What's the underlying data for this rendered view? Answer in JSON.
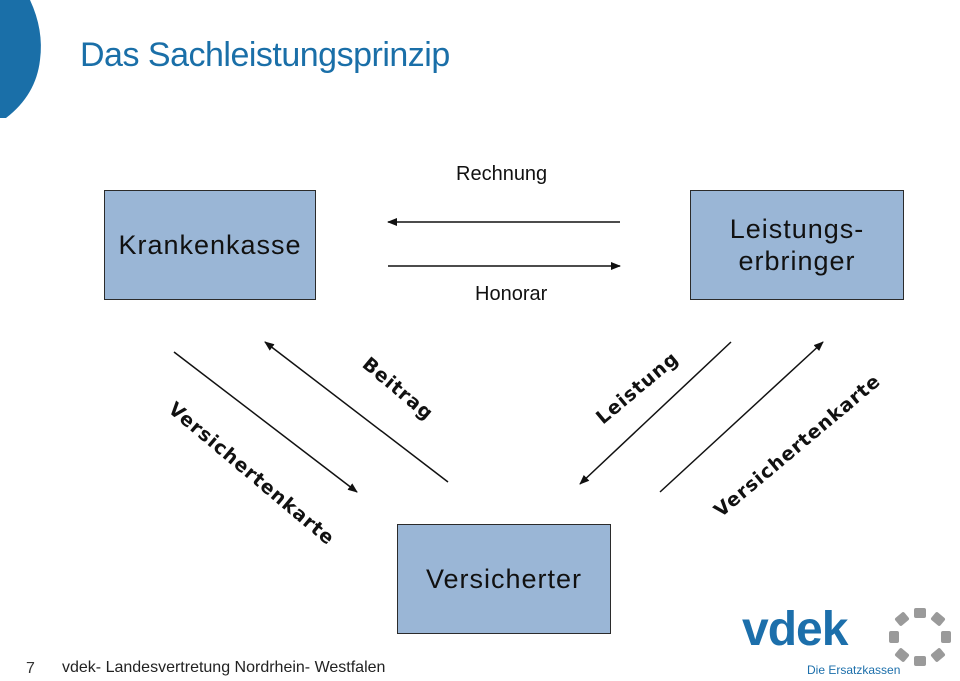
{
  "title": "Das Sachleistungsprinzip",
  "nodes": {
    "krankenkasse": "Krankenkasse",
    "leistungserbringer": "Leistungs-\nerbringer",
    "versicherter": "Versicherter"
  },
  "edges": {
    "rechnung": "Rechnung",
    "honorar": "Honorar",
    "versichertenkarte_left": "Versichertenkarte",
    "beitrag": "Beitrag",
    "leistung": "Leistung",
    "versichertenkarte_right": "Versichertenkarte"
  },
  "footer": {
    "page_number": "7",
    "text": "vdek- Landesvertretung Nordrhein- Westfalen"
  },
  "logo": {
    "word": "vdek",
    "subtitle": "Die Ersatzkassen"
  },
  "colors": {
    "accent": "#1a6fa8",
    "box_fill": "#9ab6d6",
    "logo_blue": "#1c6fab",
    "logo_gray": "#9a9a9a"
  }
}
